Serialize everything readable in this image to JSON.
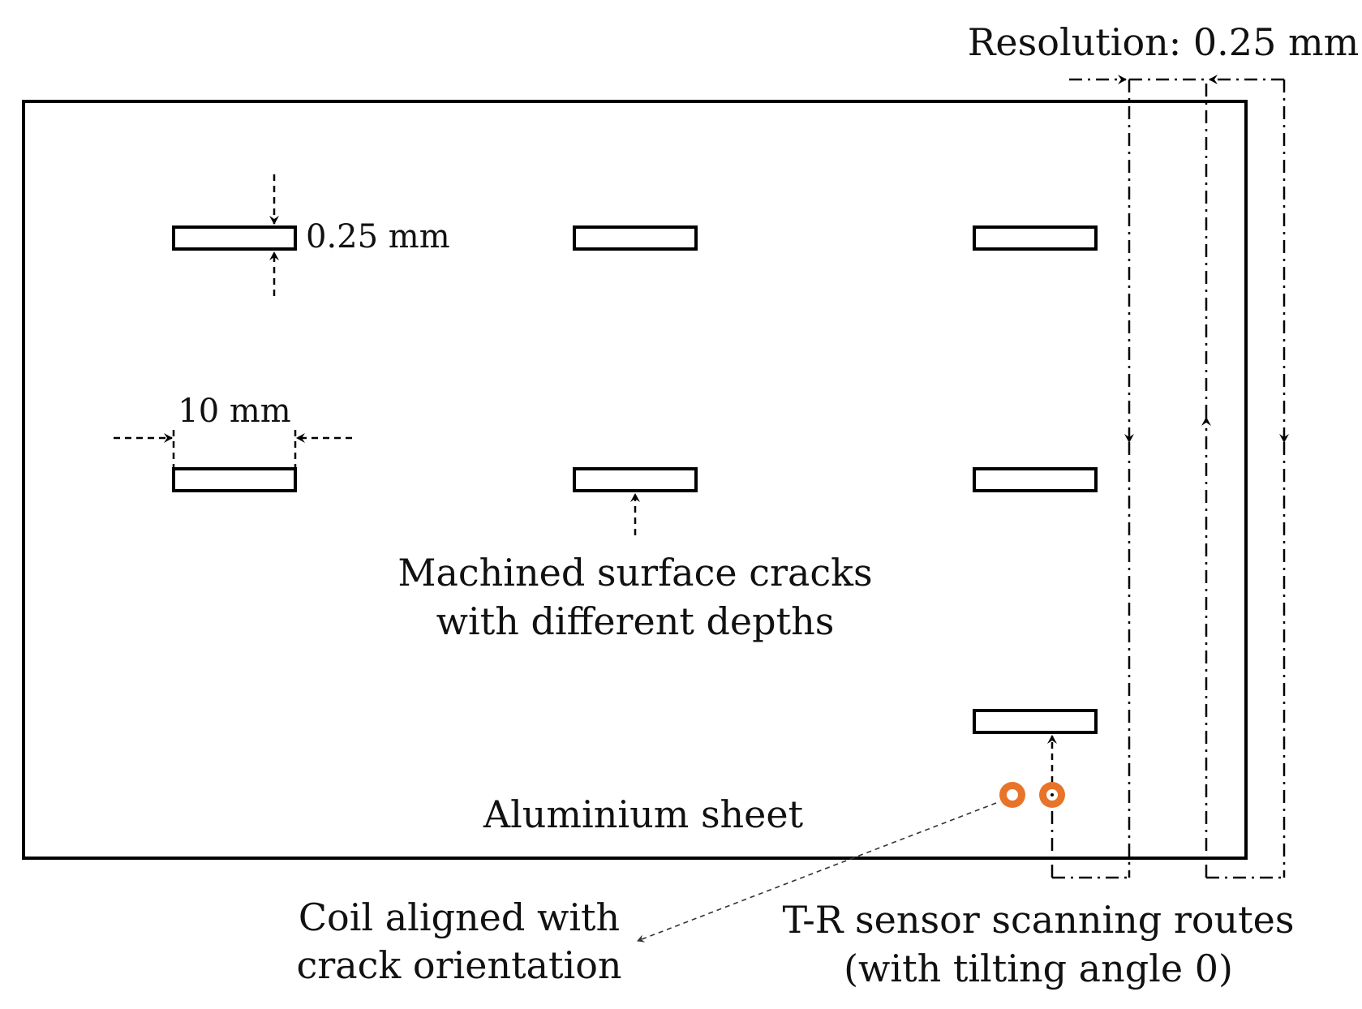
{
  "labels": {
    "resolution": "Resolution: 0.25 mm",
    "crack_width": "0.25 mm",
    "crack_length": "10 mm",
    "cracks_line1": "Machined surface cracks",
    "cracks_line2": "with different depths",
    "sheet": "Aluminium sheet",
    "coil_line1": "Coil aligned with",
    "coil_line2": "crack orientation",
    "routes_line1": "T-R sensor scanning routes",
    "routes_line2": "(with tilting angle 0)"
  },
  "colors": {
    "coil": "#e8742a",
    "line": "#000000"
  }
}
